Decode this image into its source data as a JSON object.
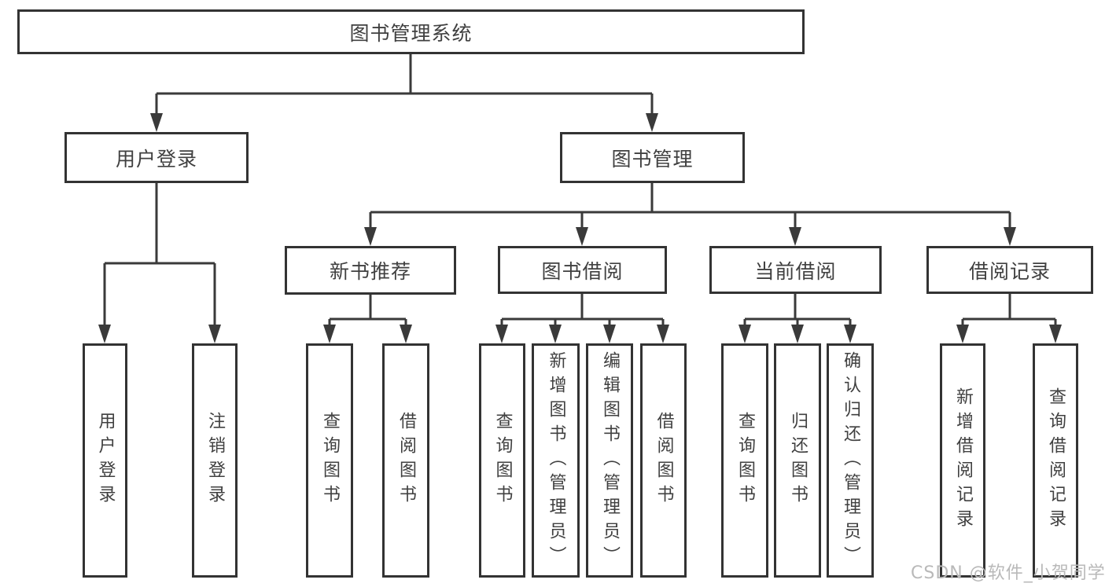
{
  "tree": {
    "root": {
      "label": "图书管理系统"
    },
    "branches": [
      {
        "label": "用户登录",
        "children": [
          {
            "label": "用户登录"
          },
          {
            "label": "注销登录"
          }
        ]
      },
      {
        "label": "图书管理",
        "children": [
          {
            "label": "新书推荐",
            "children": [
              {
                "label": "查询图书"
              },
              {
                "label": "借阅图书"
              }
            ]
          },
          {
            "label": "图书借阅",
            "children": [
              {
                "label": "查询图书"
              },
              {
                "label": "新增图书（管理员）"
              },
              {
                "label": "编辑图书（管理员）"
              },
              {
                "label": "借阅图书"
              }
            ]
          },
          {
            "label": "当前借阅",
            "children": [
              {
                "label": "查询图书"
              },
              {
                "label": "归还图书"
              },
              {
                "label": "确认归还（管理员）"
              }
            ]
          },
          {
            "label": "借阅记录",
            "children": [
              {
                "label": "新增借阅记录"
              },
              {
                "label": "查询借阅记录"
              }
            ]
          }
        ]
      }
    ]
  },
  "watermark": {
    "text": "CSDN @软件_小贺同学",
    "color": "#b9b9b9"
  },
  "colors": {
    "line": "#3a3a3a",
    "box_border": "#333333",
    "text": "#404040",
    "background": "#ffffff"
  }
}
